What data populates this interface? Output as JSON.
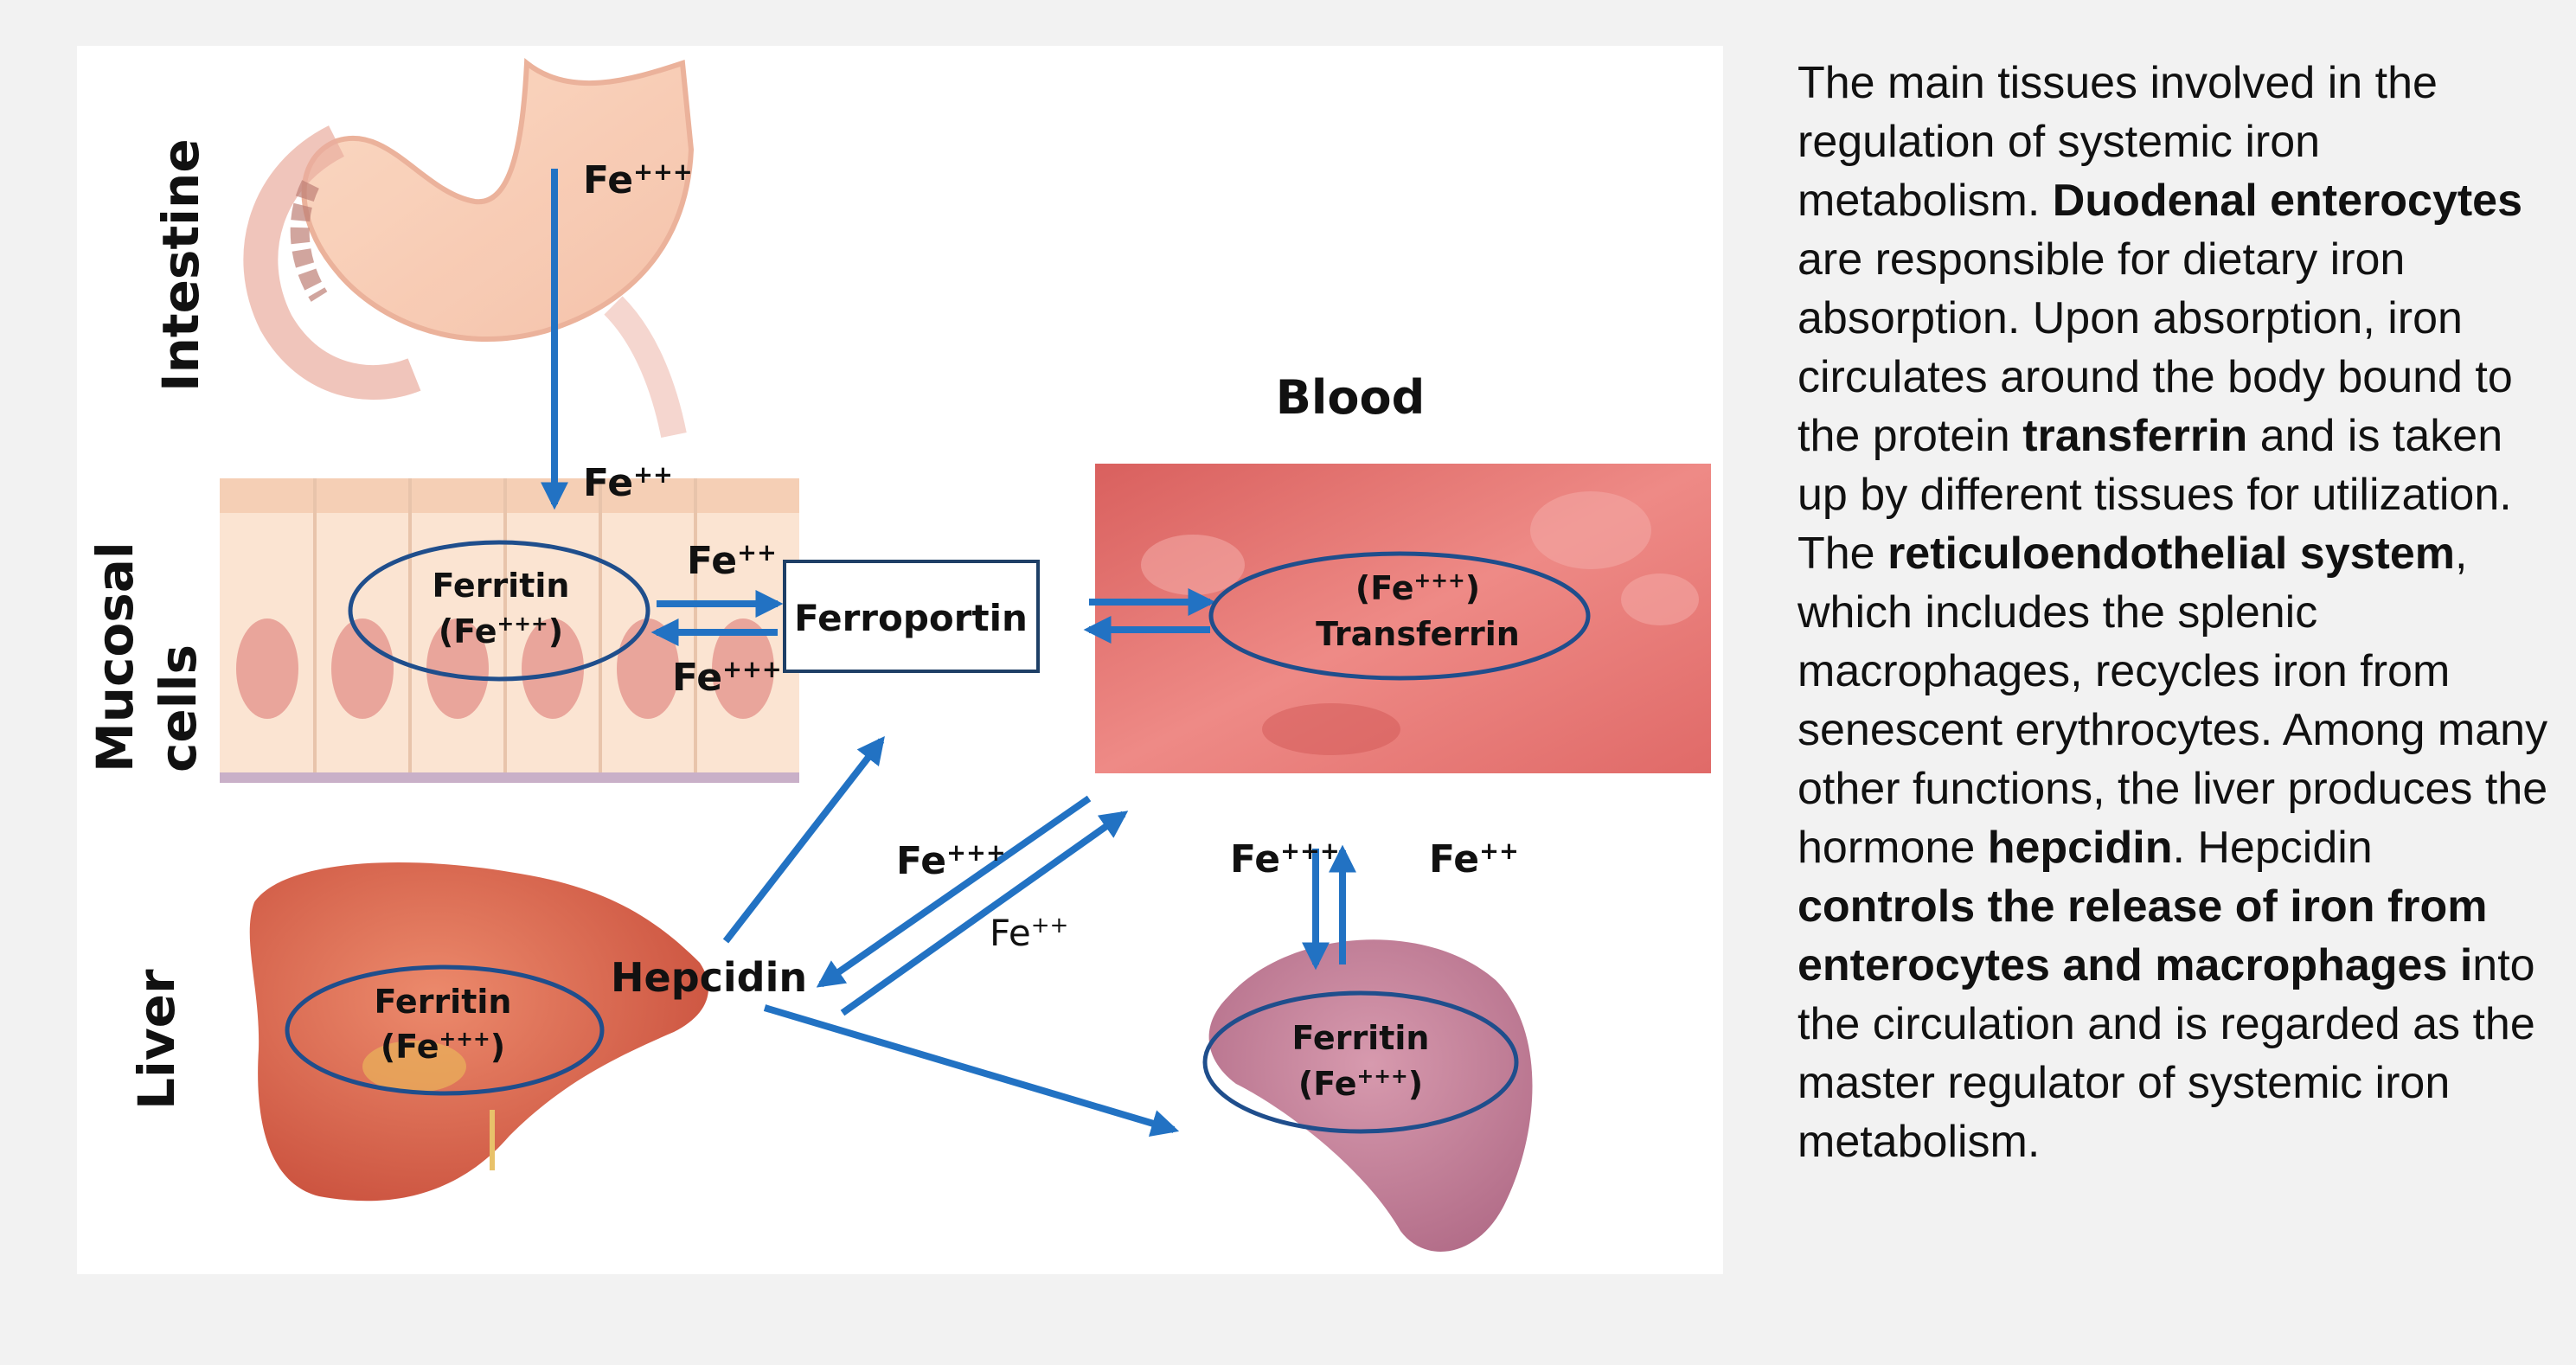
{
  "diagram": {
    "labels": {
      "intestine": "Intestine",
      "mucosal": "Mucosal",
      "cells": "cells",
      "liver": "Liver",
      "blood": "Blood",
      "hepcidin": "Hepcidin",
      "ferroportin": "Ferroportin"
    },
    "ions": {
      "fe3_stomach": "Fe+++",
      "fe2_mucosa_top": "Fe++",
      "fe2_exchange": "Fe++",
      "fe3_exchange": "Fe+++",
      "fe3_liver_link": "Fe+++",
      "fe2_liver_link": "Fe++",
      "fe3_spleen": "Fe+++",
      "fe2_spleen": "Fe++"
    },
    "ellipses": {
      "mucosa": {
        "line1": "Ferritin",
        "line2": "(Fe+++)"
      },
      "blood": {
        "line1": "(Fe+++)",
        "line2": "Transferrin"
      },
      "liver": {
        "line1": "Ferritin",
        "line2": "(Fe+++)"
      },
      "spleen": {
        "line1": "Ferritin",
        "line2": "(Fe+++)"
      }
    },
    "colors": {
      "arrow": "#2272c3",
      "ellipse": "#1f4e8c",
      "blood": "#e57373",
      "liver": "#d9634a",
      "spleen": "#c98299"
    }
  },
  "caption": [
    {
      "t": "The main tissues involved in the regulation of systemic iron metabolism. ",
      "b": false
    },
    {
      "t": "Duodenal enterocytes",
      "b": true
    },
    {
      "t": " are responsible for dietary iron absorption. Upon absorption, iron circulates around the body bound to the protein ",
      "b": false
    },
    {
      "t": "transferrin",
      "b": true
    },
    {
      "t": " and is taken up by different tissues for utilization. The ",
      "b": false
    },
    {
      "t": "reticuloendothelial system",
      "b": true
    },
    {
      "t": ", which includes the splenic macrophages, recycles iron from senescent erythrocytes. Among many other functions, the liver produces the hormone ",
      "b": false
    },
    {
      "t": "hepcidin",
      "b": true
    },
    {
      "t": ". Hepcidin ",
      "b": false
    },
    {
      "t": "controls the release of iron from enterocytes and macrophages i",
      "b": true
    },
    {
      "t": "nto the circulation and is regarded as the master regulator of systemic iron metabolism.",
      "b": false
    }
  ]
}
